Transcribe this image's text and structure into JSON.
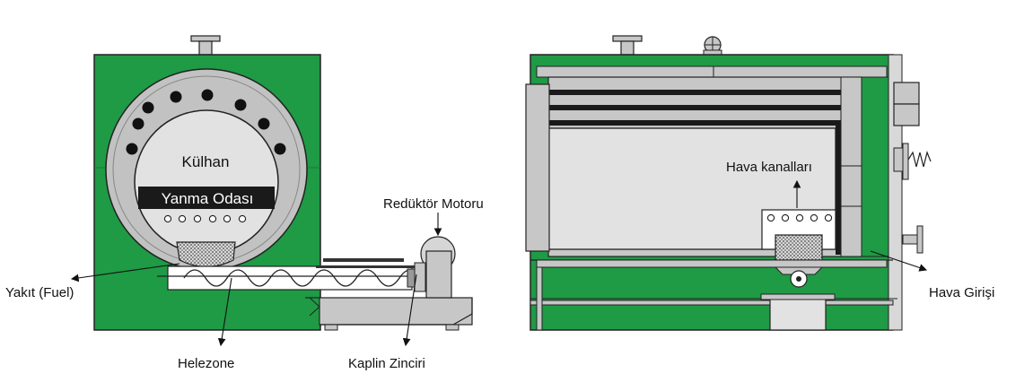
{
  "labels": {
    "kulhan": "Külhan",
    "yanma_odasi": "Yanma Odası",
    "reduktor_motoru": "Redüktör Motoru",
    "yakit_fuel": "Yakıt (Fuel)",
    "helezone": "Helezone",
    "kaplin_zinciri": "Kaplin Zinciri",
    "hava_kanallari": "Hava kanalları",
    "hava_girisi": "Hava Girişi"
  },
  "colors": {
    "green": "#1f9a45",
    "gray": "#c7c7c7",
    "light_gray": "#e2e2e2",
    "dark": "#1a1a1a",
    "white": "#ffffff"
  }
}
